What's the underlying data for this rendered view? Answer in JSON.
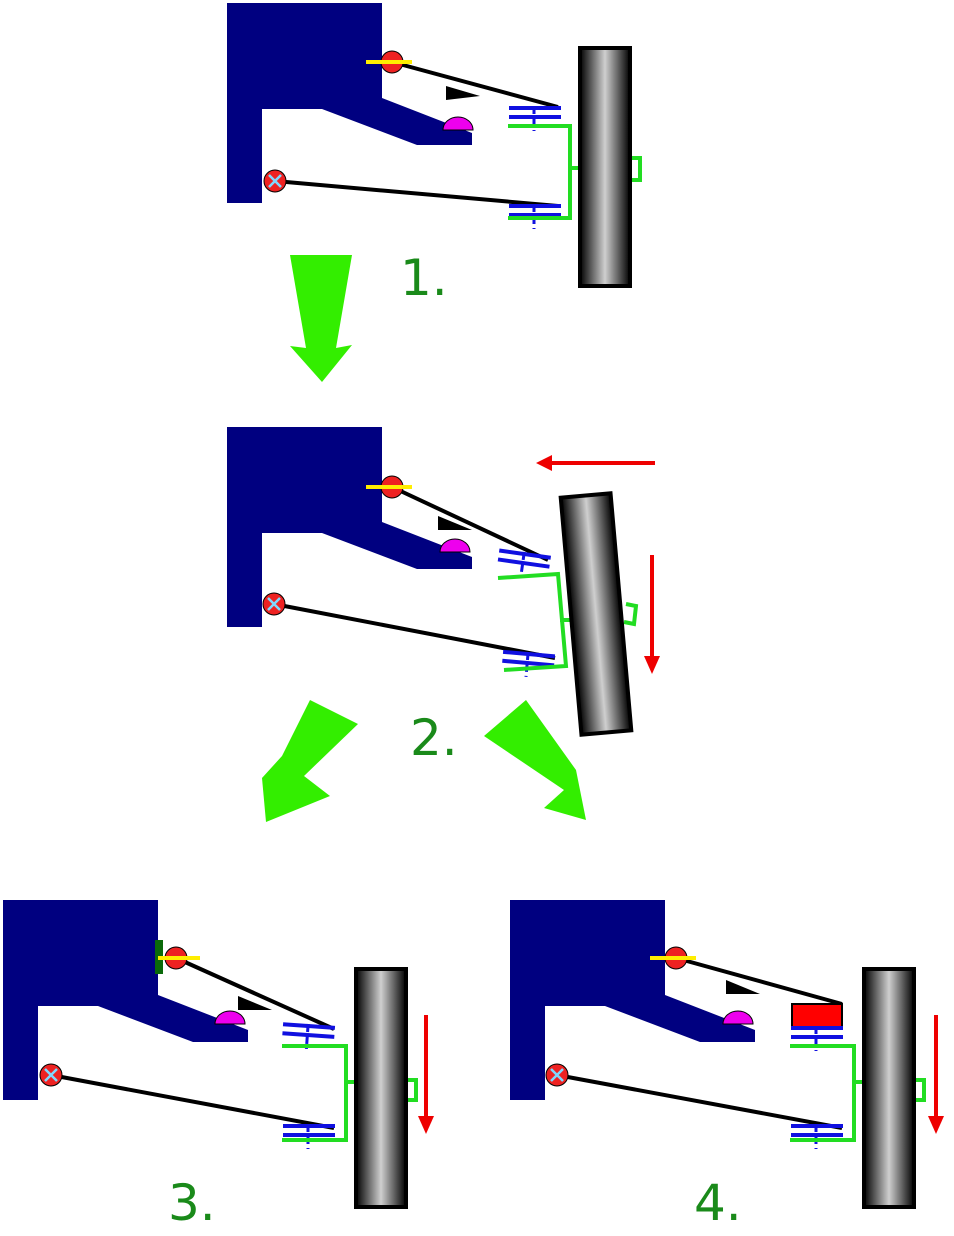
{
  "colors": {
    "chassis": "#000080",
    "upright": "#22dd22",
    "joint": "#1010e0",
    "flow_arrow": "#33ee00",
    "force_arrow": "#ee0000",
    "label": "#1a8a1a",
    "pivot_red": "#ee2222",
    "bolt_yellow": "#ffee00",
    "bump_stop": "#ee00ee",
    "shim_green": "#0a6a0a",
    "spacer_red": "#ff0000",
    "tyre": "#000000"
  },
  "panels": [
    {
      "id": "1",
      "label": "1."
    },
    {
      "id": "2",
      "label": "2."
    },
    {
      "id": "3",
      "label": "3."
    },
    {
      "id": "4",
      "label": "4."
    }
  ]
}
